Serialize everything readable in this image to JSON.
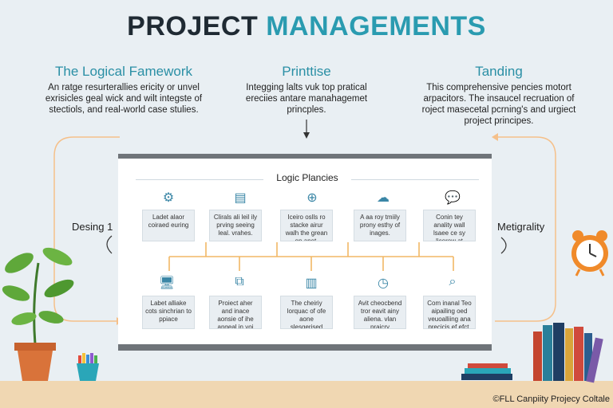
{
  "title": {
    "part1": "PROJECT ",
    "part2": "MANAGEMENTS"
  },
  "columns": [
    {
      "heading": "The Logical Famework",
      "text": "An ratge resurterallies ericity or unvel exrisicles geal wick and wilt integste of stectiols, and real-world case stulies."
    },
    {
      "heading": "Printtise",
      "text": "Integging lalts vuk top pratical ereciies antare manahagemet princples."
    },
    {
      "heading": "Tanding",
      "text": "This comprehensive pencies motort arpacitors. The insaucel recruation of roject masecetal pcrning's and urgiect project principes."
    }
  ],
  "board": {
    "title": "Logic Plancies",
    "top_cards": [
      {
        "icon": "gears-icon",
        "glyph": "⚙",
        "text": "Ladet alaor coiraed euring"
      },
      {
        "icon": "document-icon",
        "glyph": "▤",
        "text": "Clirals ali leil ily prving seeing leal. vrahes."
      },
      {
        "icon": "target-icon",
        "glyph": "⊕",
        "text": "Iceiro oslls ro stacke airur walh the grean on anet."
      },
      {
        "icon": "cloud-icon",
        "glyph": "☁",
        "text": "A aa roy tmiily prony esthy of inages."
      },
      {
        "icon": "chat-icon",
        "glyph": "💬",
        "text": "Conin tey anality wall lsaee ce sy licorew at olitgeet disrpicits."
      }
    ],
    "bottom_cards": [
      {
        "icon": "monitor-icon",
        "glyph": "🖥",
        "text": "Labet alliake cots sinchrian to ppiace"
      },
      {
        "icon": "flow-icon",
        "glyph": "⧉",
        "text": "Proiect aher and inace aonsie of ihe angeal in yoi walls."
      },
      {
        "icon": "book-icon",
        "glyph": "▥",
        "text": "The cheiriy lorquac of ofe aone slesgerised wulk."
      },
      {
        "icon": "clock-icon",
        "glyph": "◷",
        "text": "Avit cheocbend tror eavit ainy aliena. vlan praicry"
      },
      {
        "icon": "magnifier-icon",
        "glyph": "⌕",
        "text": "Com inanal Teo aipailing oed veuoalliing ana precicis ef efct."
      }
    ]
  },
  "side_left": "Desing 1",
  "side_right": "Metigrality",
  "footer": "©FLL Canpiity Projecy Coltale",
  "colors": {
    "accent": "#2a9bb0",
    "connector": "#f2b766",
    "arrow": "#f5c08a"
  }
}
